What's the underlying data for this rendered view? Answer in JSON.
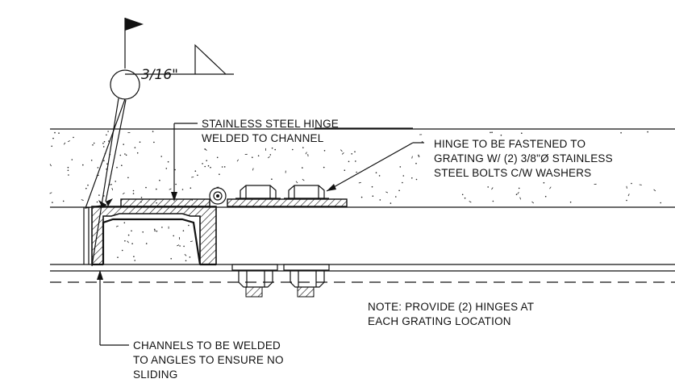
{
  "weld_symbol": {
    "size": "3/16\""
  },
  "notes": {
    "hinge_callout": [
      "STAINLESS STEEL HINGE",
      "WELDED TO CHANNEL"
    ],
    "fastener_callout": [
      "HINGE TO BE FASTENED TO",
      "GRATING W/ (2) 3/8\"Ø STAINLESS",
      "STEEL BOLTS C/W WASHERS"
    ],
    "general_note": [
      "NOTE: PROVIDE (2) HINGES AT",
      "EACH GRATING LOCATION"
    ],
    "channel_callout": [
      "CHANNELS TO BE WELDED",
      "TO ANGLES TO ENSURE NO",
      "SLIDING"
    ]
  },
  "colors": {
    "line": "#111111",
    "background": "#ffffff"
  }
}
